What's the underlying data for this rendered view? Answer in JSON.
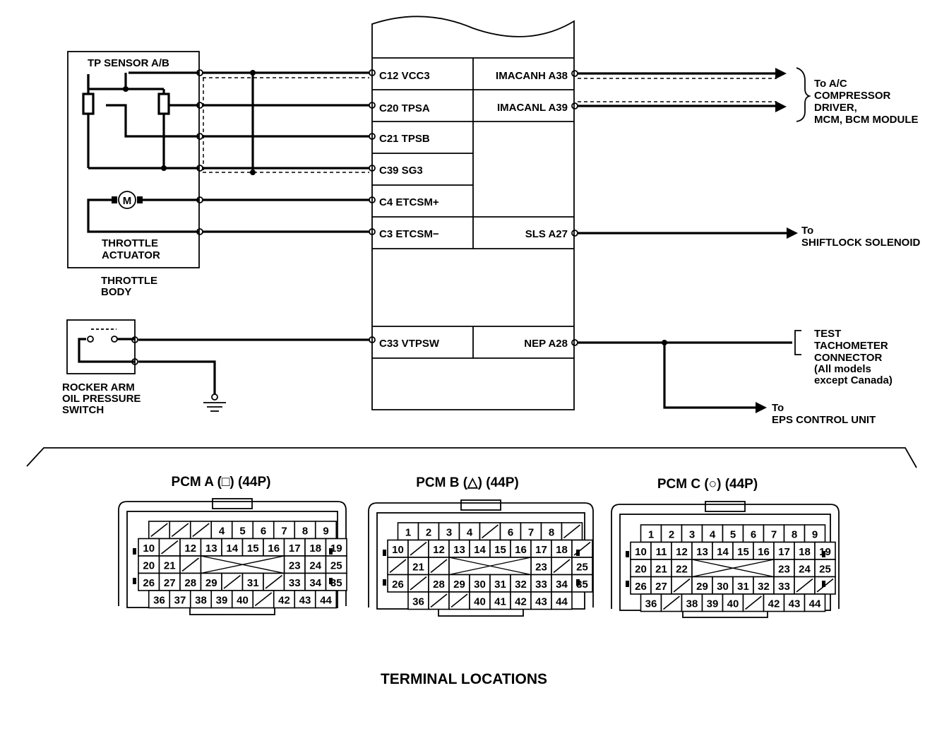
{
  "pcm": {
    "left_pins": [
      "C12 VCC3",
      "C20 TPSA",
      "C21 TPSB",
      "C39 SG3",
      "C4 ETCSM+",
      "C3 ETCSM−",
      "C33 VTPSW"
    ],
    "right_pins": [
      "IMACANH A38",
      "IMACANL A39",
      "SLS A27",
      "NEP A28"
    ]
  },
  "components": {
    "tp_sensor": "TP SENSOR A/B",
    "motor": "M",
    "throttle_actuator": [
      "THROTTLE",
      "ACTUATOR"
    ],
    "throttle_body": [
      "THROTTLE",
      "BODY"
    ],
    "rocker_arm_switch": [
      "ROCKER ARM",
      "OIL PRESSURE",
      "SWITCH"
    ]
  },
  "destinations": {
    "ac": [
      "To A/C",
      "COMPRESSOR",
      "DRIVER,",
      "MCM, BCM MODULE"
    ],
    "shiftlock": [
      "To",
      "SHIFTLOCK SOLENOID"
    ],
    "tach": [
      "TEST",
      "TACHOMETER",
      "CONNECTOR",
      "(All models",
      "except Canada)"
    ],
    "eps": [
      "To",
      "EPS CONTROL UNIT"
    ]
  },
  "connectors": {
    "a": {
      "title": "PCM A (□) (44P)",
      "rows": [
        [
          "/",
          "/",
          "/",
          "4",
          "5",
          "6",
          "7",
          "8",
          "9"
        ],
        [
          "10",
          "/",
          "12",
          "13",
          "14",
          "15",
          "16",
          "17",
          "18",
          "19"
        ],
        [
          "20",
          "21",
          "/",
          "X",
          "X",
          "X",
          "X",
          "23",
          "24",
          "25"
        ],
        [
          "26",
          "27",
          "28",
          "29",
          "/",
          "31",
          "/",
          "33",
          "34",
          "35"
        ],
        [
          "36",
          "37",
          "38",
          "39",
          "40",
          "/",
          "42",
          "43",
          "44"
        ]
      ]
    },
    "b": {
      "title": "PCM B (△) (44P)",
      "rows": [
        [
          "1",
          "2",
          "3",
          "4",
          "/",
          "6",
          "7",
          "8",
          "/"
        ],
        [
          "10",
          "/",
          "12",
          "13",
          "14",
          "15",
          "16",
          "17",
          "18",
          "/"
        ],
        [
          "/",
          "21",
          "/",
          "X",
          "X",
          "X",
          "X",
          "23",
          "/",
          "25"
        ],
        [
          "26",
          "/",
          "28",
          "29",
          "30",
          "31",
          "32",
          "33",
          "34",
          "35"
        ],
        [
          "36",
          "/",
          "/",
          "40",
          "41",
          "42",
          "43",
          "44"
        ]
      ]
    },
    "c": {
      "title": "PCM C (○) (44P)",
      "rows": [
        [
          "1",
          "2",
          "3",
          "4",
          "5",
          "6",
          "7",
          "8",
          "9"
        ],
        [
          "10",
          "11",
          "12",
          "13",
          "14",
          "15",
          "16",
          "17",
          "18",
          "19"
        ],
        [
          "20",
          "21",
          "22",
          "X",
          "X",
          "X",
          "X",
          "23",
          "24",
          "25"
        ],
        [
          "26",
          "27",
          "/",
          "29",
          "30",
          "31",
          "32",
          "33",
          "/",
          "/"
        ],
        [
          "36",
          "/",
          "38",
          "39",
          "40",
          "/",
          "42",
          "43",
          "44"
        ]
      ]
    }
  },
  "caption": "TERMINAL LOCATIONS"
}
